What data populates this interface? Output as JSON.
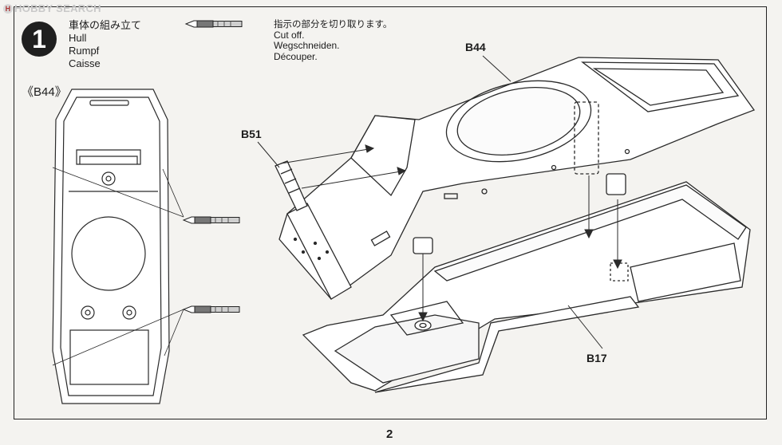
{
  "watermark": {
    "text": "HOBBY SEARCH"
  },
  "step": {
    "number": "1",
    "title_jp": "車体の組み立て",
    "title_en": "Hull",
    "title_de": "Rumpf",
    "title_fr": "Caisse"
  },
  "cut_note": {
    "jp": "指示の部分を切り取ります。",
    "en": "Cut off.",
    "de": "Wegschneiden.",
    "fr": "Découper."
  },
  "part_labels": {
    "b44_detail": "《B44》",
    "b44": "B44",
    "b51": "B51",
    "b17": "B17"
  },
  "icons": [
    "hobby-knife-icon",
    "step-number-badge"
  ],
  "colors": {
    "line": "#2a2a2a",
    "background": "#f4f3f0",
    "badge": "#1f1f1f"
  },
  "page_number": "2"
}
